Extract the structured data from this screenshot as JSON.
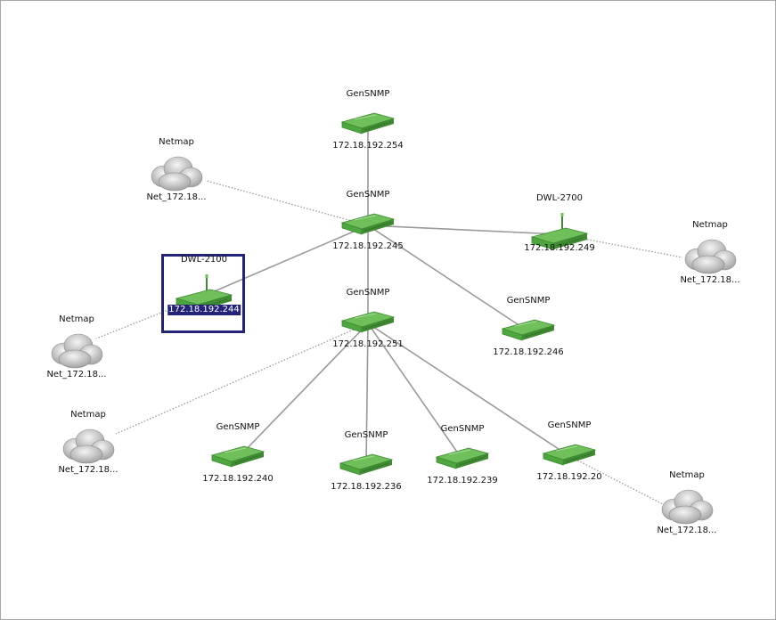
{
  "colors": {
    "switch_body": "#6fc05b",
    "switch_edge": "#3f8a32",
    "switch_front": "#4ea63e",
    "cloud_fill": "#d4d4d4",
    "link_line": "#9a9a9a",
    "selection": "#23237a"
  },
  "nodes": [
    {
      "id": "gs254",
      "kind": "switch",
      "title": "GenSNMP",
      "address": "172.18.192.254"
    },
    {
      "id": "gs245",
      "kind": "switch",
      "title": "GenSNMP",
      "address": "172.18.192.245"
    },
    {
      "id": "dwl2700",
      "kind": "ap",
      "title": "DWL-2700",
      "address": "172.18.192.249"
    },
    {
      "id": "dwl2100",
      "kind": "ap",
      "title": "DWL-2100",
      "address": "172.18.192.244",
      "selected": true
    },
    {
      "id": "gs251",
      "kind": "switch",
      "title": "GenSNMP",
      "address": "172.18.192.251"
    },
    {
      "id": "gs246",
      "kind": "switch",
      "title": "GenSNMP",
      "address": "172.18.192.246"
    },
    {
      "id": "gs240",
      "kind": "switch",
      "title": "GenSNMP",
      "address": "172.18.192.240"
    },
    {
      "id": "gs236",
      "kind": "switch",
      "title": "GenSNMP",
      "address": "172.18.192.236"
    },
    {
      "id": "gs239",
      "kind": "switch",
      "title": "GenSNMP",
      "address": "172.18.192.239"
    },
    {
      "id": "gs20",
      "kind": "switch",
      "title": "GenSNMP",
      "address": "172.18.192.20"
    },
    {
      "id": "nm1",
      "kind": "cloud",
      "title": "Netmap",
      "address": "Net_172.18..."
    },
    {
      "id": "nm2",
      "kind": "cloud",
      "title": "Netmap",
      "address": "Net_172.18..."
    },
    {
      "id": "nm3",
      "kind": "cloud",
      "title": "Netmap",
      "address": "Net_172.18..."
    },
    {
      "id": "nm4",
      "kind": "cloud",
      "title": "Netmap",
      "address": "Net_172.18..."
    },
    {
      "id": "nm5",
      "kind": "cloud",
      "title": "Netmap",
      "address": "Net_172.18..."
    }
  ],
  "links": [
    {
      "from": "gs254",
      "to": "gs245",
      "style": "solid"
    },
    {
      "from": "gs245",
      "to": "dwl2700",
      "style": "solid"
    },
    {
      "from": "gs245",
      "to": "dwl2100",
      "style": "solid"
    },
    {
      "from": "gs245",
      "to": "gs251",
      "style": "solid"
    },
    {
      "from": "gs245",
      "to": "gs246",
      "style": "solid"
    },
    {
      "from": "gs245",
      "to": "nm1",
      "style": "dotted"
    },
    {
      "from": "dwl2700",
      "to": "nm2",
      "style": "dotted"
    },
    {
      "from": "dwl2100",
      "to": "nm3",
      "style": "dotted"
    },
    {
      "from": "gs251",
      "to": "nm4",
      "style": "dotted"
    },
    {
      "from": "gs251",
      "to": "gs240",
      "style": "solid"
    },
    {
      "from": "gs251",
      "to": "gs236",
      "style": "solid"
    },
    {
      "from": "gs251",
      "to": "gs239",
      "style": "solid"
    },
    {
      "from": "gs251",
      "to": "gs20",
      "style": "solid"
    },
    {
      "from": "gs20",
      "to": "nm5",
      "style": "dotted"
    }
  ]
}
